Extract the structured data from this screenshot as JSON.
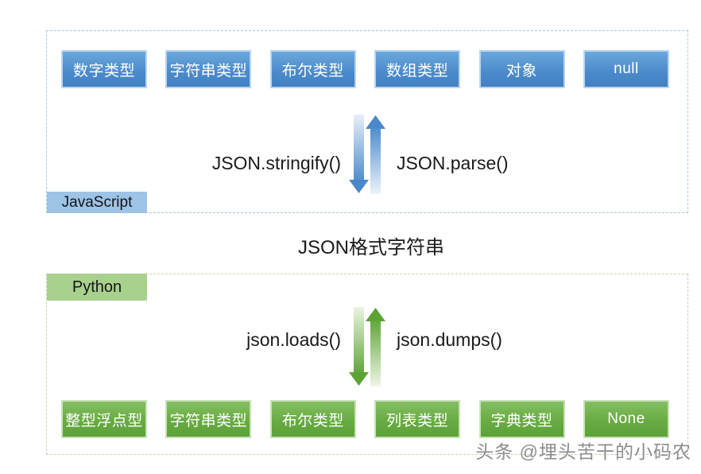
{
  "javascript": {
    "label": "JavaScript",
    "types": [
      "数字类型",
      "字符串类型",
      "布尔类型",
      "数组类型",
      "对象",
      "null"
    ],
    "stringify_label": "JSON.stringify()",
    "parse_label": "JSON.parse()"
  },
  "middle": {
    "json_string_label": "JSON格式字符串"
  },
  "python": {
    "label": "Python",
    "types": [
      "整型浮点型",
      "字符串类型",
      "布尔类型",
      "列表类型",
      "字典类型",
      "None"
    ],
    "loads_label": "json.loads()",
    "dumps_label": "json.dumps()"
  },
  "watermark": {
    "text": "头条 @埋头苦干的小码农"
  },
  "colors": {
    "js_box_accent": "#5b9bd5",
    "js_tag_bg": "#9dc3e6",
    "js_border": "#a5c9d8",
    "py_box_accent": "#70ad47",
    "py_tag_bg": "#a9d18e",
    "py_border": "#c6d2ae",
    "arrow_blue": "#4a88c9",
    "arrow_green": "#5ba434"
  }
}
